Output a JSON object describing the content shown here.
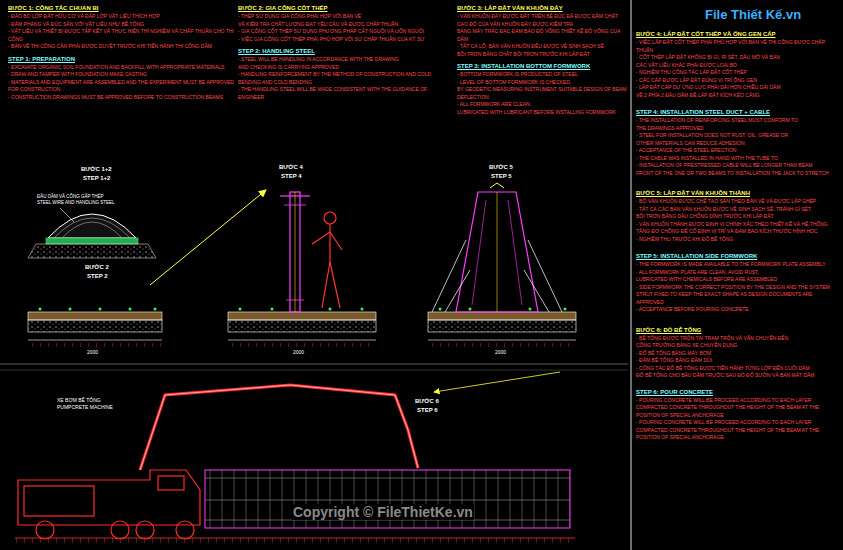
{
  "diagram": {
    "labels": [
      "BƯỚC 1: CÔNG TÁC CHUẨN BỊ",
      "- ĐÀO BỎ LỚP ĐẤT HỮU CƠ VÀ ĐẮP LỚP VẬT LIỆU THÍCH HỢP",
      "- ĐẦM PHẲNG VÀ ĐÚC SÀN VỚI VẬT LIỆU NHƯ BÊ TÔNG",
      "- VẬT LIỆU VÀ THIẾT BỊ ĐƯỢC TẬP KẾT VÀ THỰC HIỆN THÍ NGHIỆM VÀ CHẤP THUẬN CHO THI CÔNG",
      "- BẢN VẼ THI CÔNG CẦN PHẢI ĐƯỢC DUYỆT TRƯỚC KHI TIẾN HÀNH THI CÔNG DẦM",
      "STEP 1: PREPARATION",
      "- EXCAVATE ORGANIC SOIL FOUNDATION AND BACKFILL WITH APPROPRIATE MATERIALS",
      "- DRAW AND TAMPER WITH FOUNDATION MAKE CASTING",
      "- MATERIALS AND EQUIPMENT ARE ASSEMBLED AND THE EXPERIMENT MUST BE APPROVED FOR CONSTRUCTION",
      "- CONSTRUCTION DRAWINGS MUST BE APPROVED BEFORE TO CONSTRUCTION BEAMS",
      "BƯỚC 2: GIA CÔNG CỐT THÉP",
      "- THÉP SỬ DỤNG GIA CÔNG PHẢI HỢP VỚI BẢN VẼ",
      "VÀ KIỂM TRA CHẤT LƯỢNG ĐẠT YÊU CẦU VÀ ĐƯỢC CHẤP THUẬN",
      "- GIA CÔNG CỐT THÉP SỬ DỤNG PHƯƠNG PHÁP CẮT NGUỘI VÀ UỐN NGUỘI",
      "- VIỆC GIA CÔNG CỐT THÉP PHẢI PHÙ HỢP VỚI SỰ CHẤP THUẬN CỦA KỸ SƯ",
      "STEP 2: HANDLING STEEL",
      "- STEEL WILL BE HANDLING IN ACCORDANCE WITH THE DRAWING",
      "AND CHECKING IS CARRYING APPROVED",
      "- HANDLING REINFORCEMENT BY THE METHOD OF CONSTRUCTION AND COLD BENDING AND COLD BENDING",
      "- THE HANDLING STEEL WILL BE MADE CONSISTENT WITH THE GUIDANCE OF ENGINEER",
      "BƯỚC 3: LẮP ĐẶT VÁN KHUÔN ĐÁY",
      "- VÁN KHUÔN ĐÁY ĐƯỢC ĐẶT TRÊN BỆ ĐÚC ĐÃ ĐƯỢC ĐẦM CHẶT",
      "CAO ĐỘ CỦA VÁN KHUÔN ĐÁY ĐƯỢC KIỂM TRA",
      "BẰNG MÁY TRẮC ĐẠC ĐẢM BẢO ĐỘ VỒNG THIẾT KẾ ĐỘ VÕNG CỦA DẦM",
      "- TẤT CẢ LỖ, BẢN VÁN KHUÔN ĐỀU ĐƯỢC VỆ SINH SẠCH SẼ",
      "BÔI TRƠN BẰNG CHẤT BÔI TRƠN TRƯỚC KHI LẮP ĐẶT",
      "STEP 3: INSTALLATION BOTTOM FORMWORK",
      "- BOTTOM FORMWORK IS PRODUCTED OF STEEL",
      "- LEVEL OF BOTTOM FORMWORK IS CHECKED",
      "BY GEODETIC MEASURING INSTRUMENT SUITABLE DESIGN OF BEAM DEFLECTION",
      "- ALL FORMWORK ARE CLEAN,",
      "LUBRICATED WITH LUBRICANT BEFORE INSTALLING FORMWORK",
      "BƯỚC 4: LẮP ĐẶT CỐT THÉP VÀ ỐNG GEN CÁP",
      "- VIỆC LẮP ĐẶT CỐT THÉP PHẢI PHÙ HỢP VỚI BẢN VẼ THI CÔNG ĐƯỢC CHẤP THUẬN",
      "- CỐT THÉP LẮP ĐẶT KHÔNG BỊ GỈ, RỈ SÉT, DẦU MỠ VÀ BẨN",
      "CÁC VẬT LIỆU KHÁC PHẢI ĐƯỢC LOẠI BỎ",
      "- NGHIỆM THU CÔNG TÁC LẮP ĐẶT CỐT THÉP",
      "- CÁC CÁP ĐƯỢC LẮP ĐẶT ĐÚNG VỊ TRÍ ỐNG GEN",
      "- LẮP ĐẶT CÁP DỰ ỨNG LỰC PHẢI DÀI HƠN CHIỀU DÀI DẦM",
      "VỀ 2 PHÍA 2 ĐẦU DẦM ĐỂ LẮP ĐẶT KÍCH KÉO CĂNG",
      "STEP 4: INSTALLATION STEEL DUCT + CABLE",
      "- THE INSTALLATION OF REINFORCING STEEL MUST CONFORM TO",
      "THE DRAWINGS APPROVED",
      "- STEEL FOR INSTALLATION DOES NOT RUST, OIL, GREASE OR",
      "OTHER MATERIALS CAN REDUCE ADHESION",
      "- ACCEPTANCE OF THE STEEL ERECTION",
      "- THE CABLE WAS INSTALLED IN HAND WITH THE TUBE TO",
      "- INSTALLATION OF PRESTRESSED CABLE WILL BE LONGER THAN BEAM",
      "FRONT OF THE ONE OR TWO BEAMS TO INSTALLATION THE JACK TO STRETCH",
      "BƯỚC 5: LẮP ĐẶT VÁN KHUÔN THÀNH",
      "- BỘ VÁN KHUÔN ĐƯỢC CHẾ TẠO SẴN THEO BẢN VẼ VÀ ĐƯỢC LẮP GHÉP",
      "- TẤT CẢ CÁC BẢN VÁN KHUÔN ĐƯỢC VỆ SINH SẠCH SẼ, TRÁNH GỈ SÉT,",
      "BÔI TRƠN BẰNG DẦU CHỐNG DÍNH TRƯỚC KHI LẮP ĐẶT",
      "- VÁN KHUÔN THÀNH ĐƯỢC ĐỊNH VỊ CHÍNH XÁC THEO THIẾT KẾ VÀ HỆ THỐNG",
      "TĂNG ĐƠ CHỐNG ĐỂ CỐ ĐỊNH VỊ TRÍ VÀ ĐẢM BẢO KÍCH THƯỚC HÌNH HỌC",
      "- NGHIỆM THU TRƯỚC KHI ĐỔ BÊ TÔNG",
      "STEP 5: INSTALLATION SIDE FORMWORK",
      "- THE FORMWORK IS MADE AVAILABLE TO THE FORMWORK PLATE ASSEMBLY",
      "- ALL FORMWORK PLATE ARE CLEAN, AVOID RUST,",
      "LUBRICATED WITH CHEMICALS BEFORE ARE ASSEMBLED",
      "- SIDE FORMWORK THE CORRECT POSITION BY THE DESIGN AND THE SYSTEM",
      "STRUT FIXED TO KEEP THE EXACT SHAPE AS DESIGN DOCUMENTS ARE APPROVED",
      "- ACCEPTANCE BEFORE POURING CONCRETE",
      "BƯỚC 6: ĐỔ BÊ TÔNG",
      "- BÊ TÔNG ĐƯỢC TRỘN TẠI TRẠM TRỘN VÀ VẬN CHUYỂN ĐẾN",
      "CÔNG TRƯỜNG BẰNG XE CHUYÊN DỤNG",
      "- ĐỔ BÊ TÔNG BẰNG MÁY BƠM",
      "- ĐẦM BÊ TÔNG BẰNG ĐẦM DÙI",
      "- CÔNG TÁC ĐỔ BÊ TÔNG ĐƯỢC TIẾN HÀNH TỪNG LỚP ĐẾN CUỐI DẦM",
      "ĐỔ BÊ TÔNG CHO BẦU DẦM TRƯỚC SAU ĐÓ ĐỔ SƯỜN VÀ BẢN MẶT DẦM",
      "STEP 6: POUR CONCRETE",
      "- POURING CONCRETE WILL BE PROCEED ACCORDING TO EACH LAYER",
      "COMPACTED CONCRETE THROUGHOUT THE HEIGHT OF THE BEAM AT THE POSITION OF SPECIAL ANCHORAGE",
      "- POURING CONCRETE WILL BE PROCEED ACCORDING TO EACH LAYER",
      "COMPACTED CONCRETE THROUGHOUT THE HEIGHT OF THE BEAM AT THE POSITION OF SPECIAL ANCHORAGE",
      "BƯỚC 1+2",
      "STEP 1+2",
      "ĐẦU DẦM VÀ CÔNG GẤP THÉP",
      "STEEL WIRE AND HANDLING STEEL",
      "BƯỚC 2",
      "STEP 2",
      "BƯỚC 4",
      "STEP 4",
      "BƯỚC 5",
      "STEP 5",
      "BƯỚC 6",
      "STEP 6",
      "XE BƠM BÊ TÔNG",
      "PUMPCRETE MACHINE",
      "2000",
      "2000",
      "2000",
      "File Thiết Kế.vn",
      "Copyright © FileThietKe.vn"
    ]
  }
}
